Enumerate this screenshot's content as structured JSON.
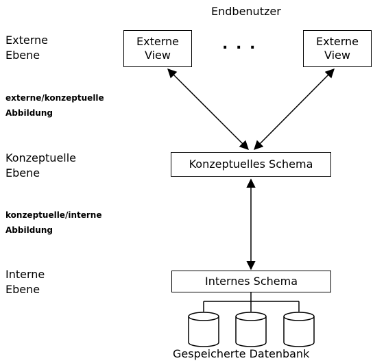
{
  "top_label": "Endbenutzer",
  "bottom_label": "Gespeicherte Datenbank",
  "levels": {
    "external": "Externe\nEbene",
    "conceptual": "Konzeptuelle\nEbene",
    "internal": "Interne\nEbene"
  },
  "mappings": {
    "ext_conc": "externe/konzeptuelle\nAbbildung",
    "conc_int": "konzeptuelle/interne\nAbbildung"
  },
  "boxes": {
    "view_left": "Externe\nView",
    "view_right": "Externe\nView",
    "ellipsis": ". . .",
    "conceptual_schema": "Konzeptuelles Schema",
    "internal_schema": "Internes Schema"
  }
}
